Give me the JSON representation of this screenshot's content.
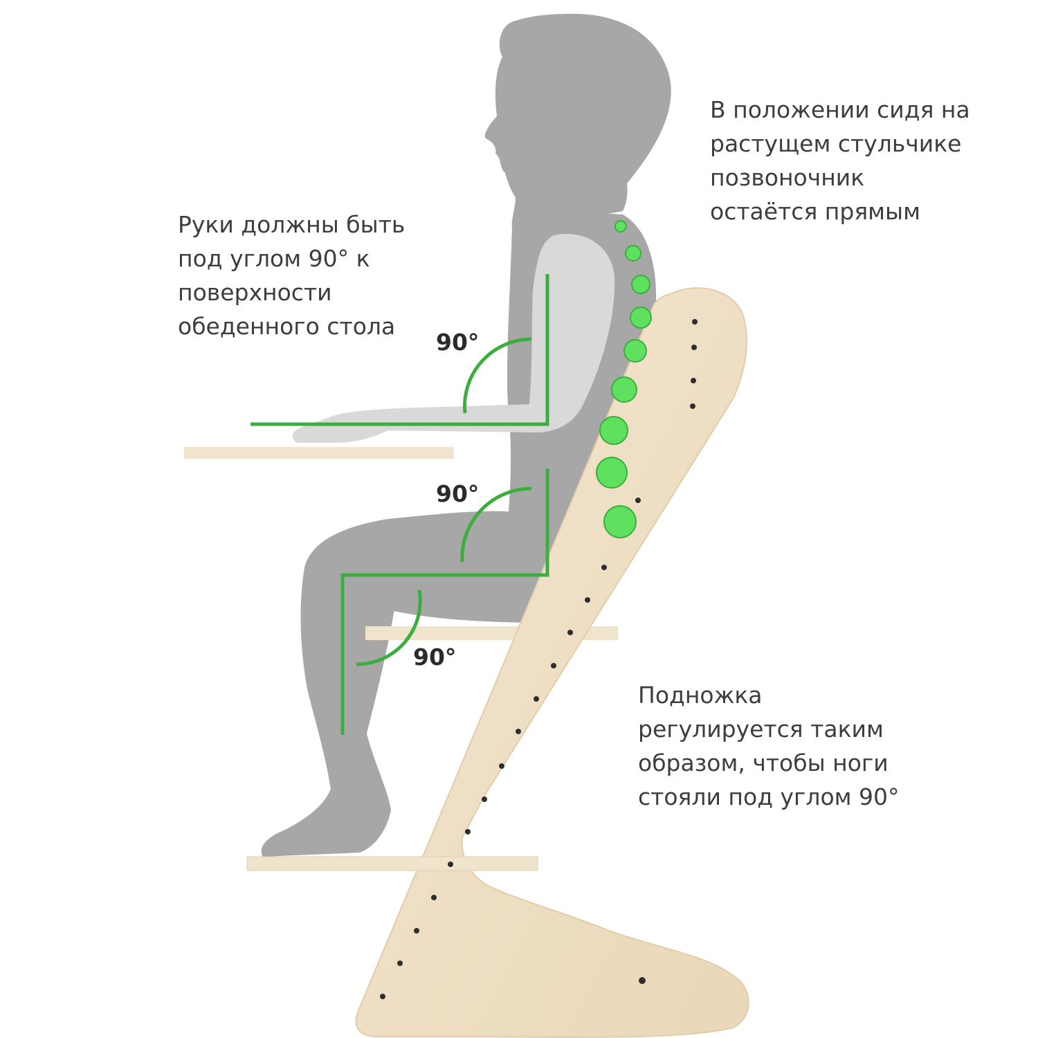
{
  "captions": {
    "arms": [
      "Руки должны быть",
      "под углом 90° к",
      "поверхности",
      "обеденного стола"
    ],
    "spine": [
      "В положении сидя на",
      "растущем стульчике",
      "позвоночник",
      "остаётся прямым"
    ],
    "footrest": [
      "Подножка",
      "регулируется таким",
      "образом, чтобы ноги",
      "стояли под углом 90°"
    ]
  },
  "angles": {
    "arm": "90°",
    "hip": "90°",
    "knee": "90°"
  },
  "colors": {
    "accent_green": "#3cae3f",
    "vertebra_green": "#5fe05f",
    "body_gray": "#a7a7a7",
    "arm_light_gray": "#d9d9d9",
    "wood": "#efe1c8",
    "text": "#3d3d3d"
  }
}
